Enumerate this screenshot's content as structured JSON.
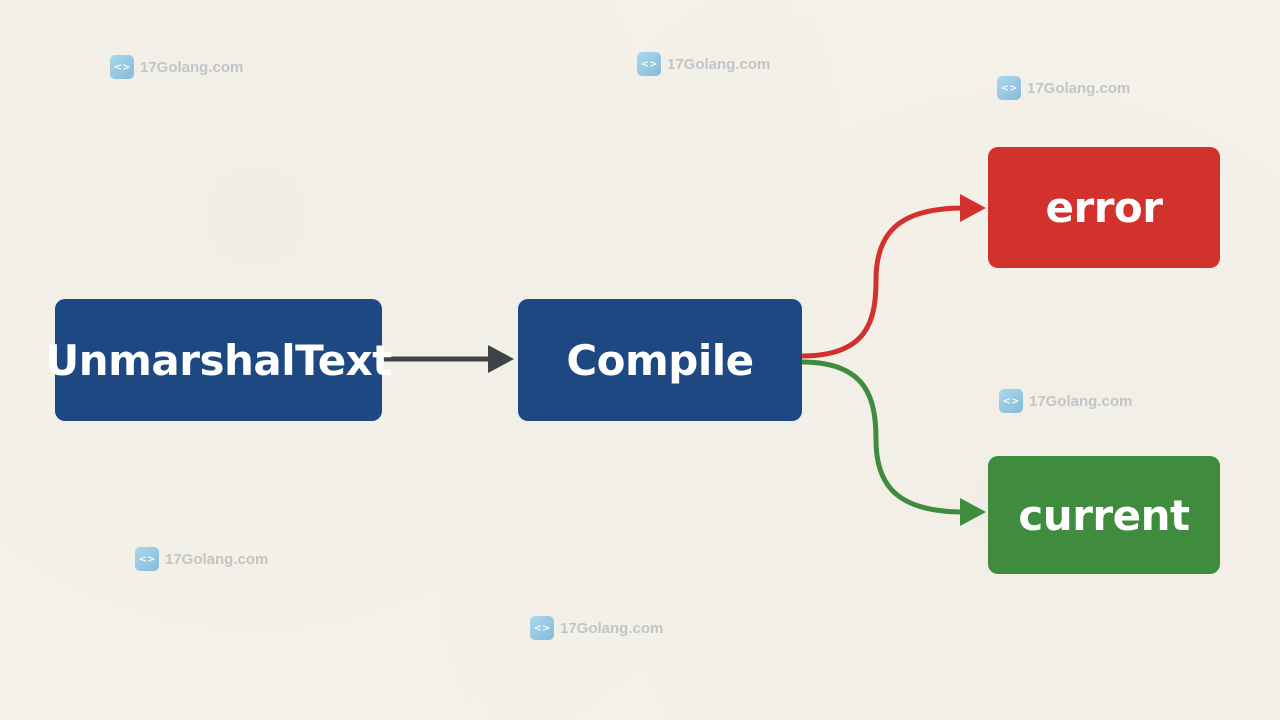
{
  "diagram": {
    "nodes": [
      {
        "id": "unmarshal",
        "label": "UnmarshalText",
        "color": "#1d4882"
      },
      {
        "id": "compile",
        "label": "Compile",
        "color": "#1d4882"
      },
      {
        "id": "error",
        "label": "error",
        "color": "#d2312e"
      },
      {
        "id": "current",
        "label": "current",
        "color": "#3f8c3f"
      }
    ],
    "edges": [
      {
        "from": "unmarshal",
        "to": "compile",
        "color": "#3d4347"
      },
      {
        "from": "compile",
        "to": "error",
        "color": "#d2312e"
      },
      {
        "from": "compile",
        "to": "current",
        "color": "#3f8c3f"
      }
    ]
  },
  "watermark": {
    "text": "17Golang.com",
    "logo_glyph": "<>",
    "icon": "code-logo-icon"
  },
  "background_color": "#f5f2ea"
}
